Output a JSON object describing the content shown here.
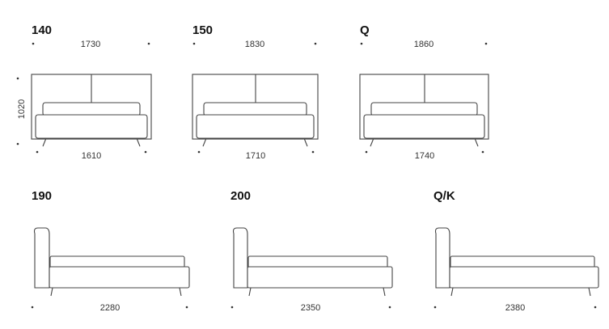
{
  "front_views": [
    {
      "label": "140",
      "overall_width": "1730",
      "base_width": "1610"
    },
    {
      "label": "150",
      "overall_width": "1830",
      "base_width": "1710"
    },
    {
      "label": "Q",
      "overall_width": "1860",
      "base_width": "1740"
    }
  ],
  "height_label": "1020",
  "side_views": [
    {
      "label": "190",
      "length": "2280"
    },
    {
      "label": "200",
      "length": "2350"
    },
    {
      "label": "Q/K",
      "length": "2380"
    }
  ]
}
